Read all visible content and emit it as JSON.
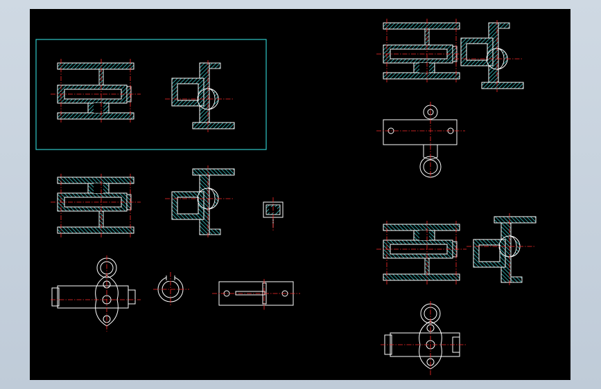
{
  "viewer": {
    "background_color": "#000000",
    "outer_background_color": "#c8d2dd",
    "line_color": "#ffffff",
    "hatch_color": "#3ec9c9",
    "centerline_color": "#ff2a2a",
    "highlight_frame_color": "#2ec8c8"
  },
  "drawing": {
    "views": [
      "front-section-view",
      "side-section-view",
      "top-view",
      "detail-view",
      "plate-view"
    ]
  }
}
